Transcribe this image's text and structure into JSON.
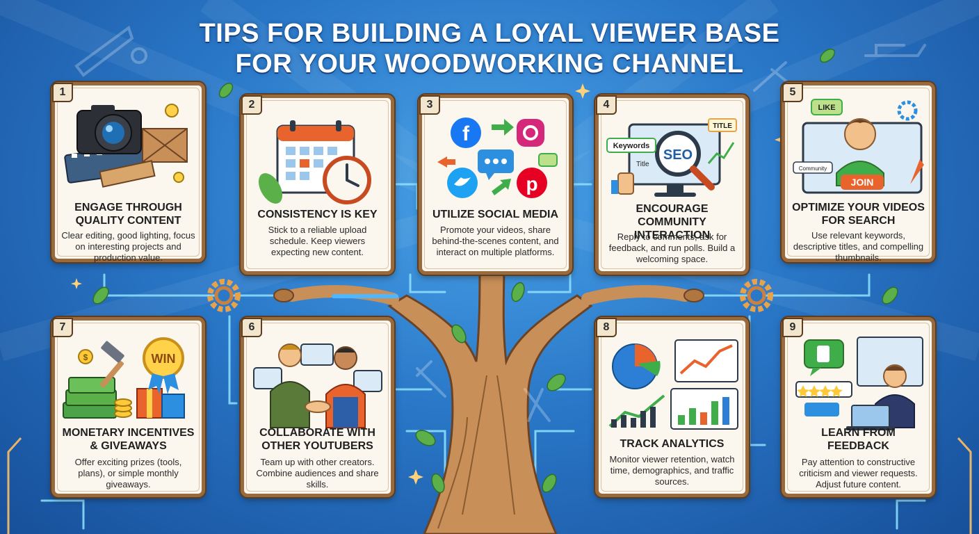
{
  "title": {
    "line1": "TIPS FOR BUILDING A LOYAL VIEWER BASE",
    "line2": "FOR YOUR WOODWORKING CHANNEL"
  },
  "cards": [
    {
      "num": "1",
      "title": "ENGAGE THROUGH QUALITY CONTENT",
      "text": "Clear editing, good lighting, focus on interesting projects and production value."
    },
    {
      "num": "2",
      "title": "CONSISTENCY IS KEY",
      "text": "Stick to a reliable upload schedule. Keep viewers expecting new content."
    },
    {
      "num": "3",
      "title": "UTILIZE SOCIAL MEDIA",
      "text": "Promote your videos, share behind-the-scenes content, and interact on multiple platforms."
    },
    {
      "num": "4",
      "title": "ENCOURAGE COMMUNITY INTERACTION",
      "text": "Reply to comments, ask for feedback, and run polls. Build a welcoming space."
    },
    {
      "num": "5",
      "title": "OPTIMIZE YOUR VIDEOS FOR SEARCH",
      "text": "Use relevant keywords, descriptive titles, and compelling thumbnails."
    },
    {
      "num": "7",
      "title": "MONETARY INCENTIVES & GIVEAWAYS",
      "text": "Offer exciting prizes (tools, plans), or simple monthly giveaways."
    },
    {
      "num": "6",
      "title": "COLLABORATE WITH OTHER YOUTUBERS",
      "text": "Team up with other creators. Combine audiences and share skills."
    },
    {
      "num": "8",
      "title": "TRACK ANALYTICS",
      "text": "Monitor viewer retention, watch time, demographics, and traffic sources."
    },
    {
      "num": "9",
      "title": "LEARN FROM FEEDBACK",
      "text": "Pay attention to constructive criticism and viewer requests. Adjust future content."
    }
  ],
  "illus_labels": {
    "keywords": "Keywords",
    "title_tag": "TITLE",
    "title_small": "Title",
    "seo": "SEO",
    "like": "LIKE",
    "community": "Community",
    "join": "JOIN",
    "win": "WIN",
    "coin": "$"
  },
  "colors": {
    "background": "#2a78c8",
    "card_fill": "#fbf7ee",
    "card_border": "#9a6a3f",
    "wood": "#c98f58",
    "accent_orange": "#e8642c",
    "glow": "#8fe3ff"
  }
}
